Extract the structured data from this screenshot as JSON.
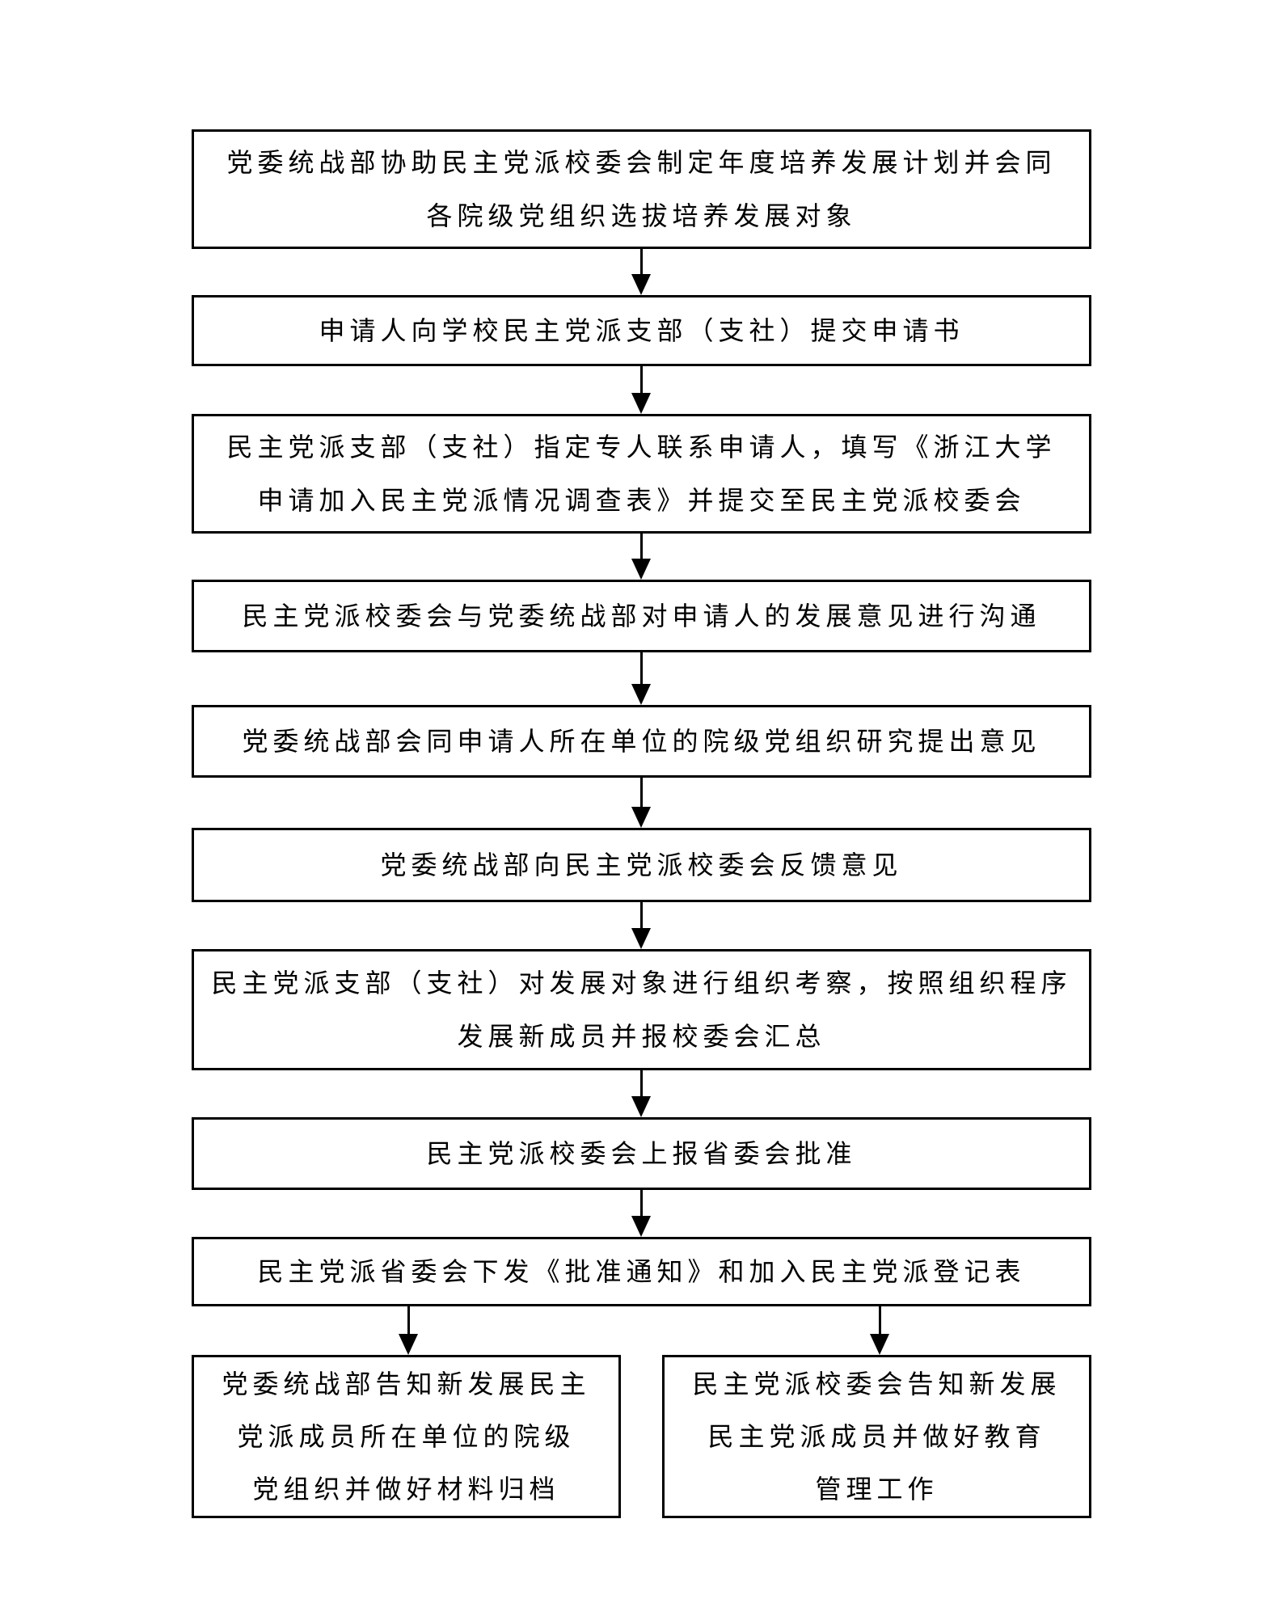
{
  "document": {
    "type": "flowchart",
    "language": "zh-CN"
  },
  "colors": {
    "background": "#ffffff",
    "border": "#000000",
    "text": "#000000",
    "arrow": "#000000"
  },
  "flow": {
    "nodes": [
      {
        "id": 1,
        "lines": [
          "党委统战部协助民主党派校委会制定年度培养发展计划并会同",
          "各院级党组织选拔培养发展对象"
        ]
      },
      {
        "id": 2,
        "lines": [
          "申请人向学校民主党派支部（支社）提交申请书"
        ]
      },
      {
        "id": 3,
        "lines": [
          "民主党派支部（支社）指定专人联系申请人，填写《浙江大学",
          "申请加入民主党派情况调查表》并提交至民主党派校委会"
        ]
      },
      {
        "id": 4,
        "lines": [
          "民主党派校委会与党委统战部对申请人的发展意见进行沟通"
        ]
      },
      {
        "id": 5,
        "lines": [
          "党委统战部会同申请人所在单位的院级党组织研究提出意见"
        ]
      },
      {
        "id": 6,
        "lines": [
          "党委统战部向民主党派校委会反馈意见"
        ]
      },
      {
        "id": 7,
        "lines": [
          "民主党派支部（支社）对发展对象进行组织考察，按照组织程序",
          "发展新成员并报校委会汇总"
        ]
      },
      {
        "id": 8,
        "lines": [
          "民主党派校委会上报省委会批准"
        ]
      },
      {
        "id": 9,
        "lines": [
          "民主党派省委会下发《批准通知》和加入民主党派登记表"
        ]
      }
    ],
    "branches": [
      {
        "id": "left",
        "lines": [
          "党委统战部告知新发展民主",
          "党派成员所在单位的院级",
          "党组织并做好材料归档"
        ]
      },
      {
        "id": "right",
        "lines": [
          "民主党派校委会告知新发展",
          "民主党派成员并做好教育",
          "管理工作"
        ]
      }
    ]
  }
}
